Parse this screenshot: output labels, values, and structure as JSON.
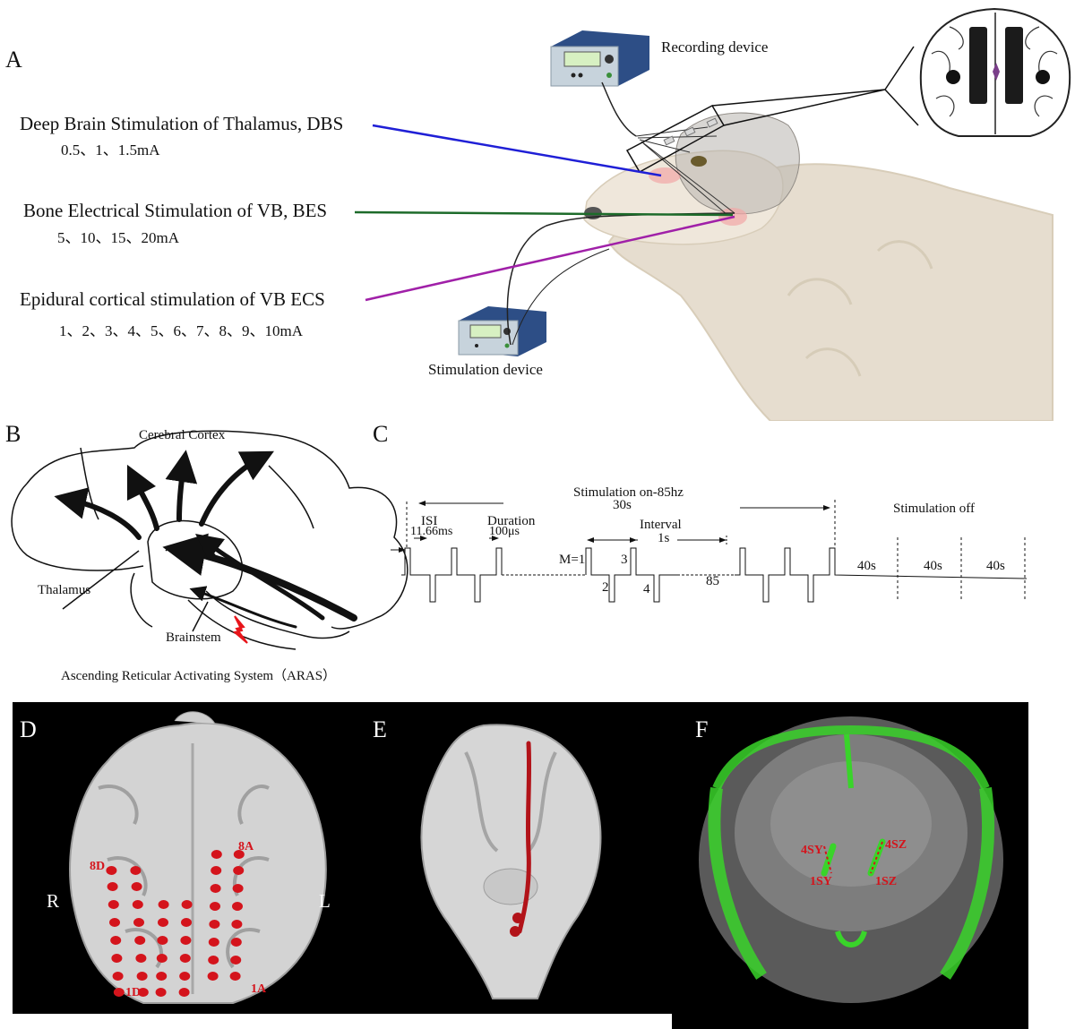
{
  "panelA": {
    "letter": "A",
    "dbs_title": "Deep Brain Stimulation of Thalamus, DBS",
    "dbs_values": "0.5、1、1.5mA",
    "bes_title": "Bone Electrical Stimulation of VB, BES",
    "bes_values": "5、10、15、20mA",
    "ecs_title": "Epidural cortical stimulation of VB ECS",
    "ecs_values": "1、2、3、4、5、6、7、8、9、10mA",
    "recording_label": "Recording device",
    "stimulation_label": "Stimulation device",
    "colors": {
      "dbs": "#1f1fd6",
      "bes": "#1d6b2a",
      "ecs": "#a020a8"
    }
  },
  "panelB": {
    "letter": "B",
    "cortex_label": "Cerebral Cortex",
    "thalamus_label": "Thalamus",
    "brainstem_label": "Brainstem",
    "caption": "Ascending Reticular Activating System（ARAS）",
    "bolt_color": "#e8151b"
  },
  "panelC": {
    "letter": "C",
    "stim_on": "Stimulation on-85hz",
    "stim_on_duration": "30s",
    "isi_label": "ISI",
    "isi_value": "11.66ms",
    "duration_label": "Duration",
    "duration_value": "100μs",
    "interval_label": "Interval",
    "interval_value": "1s",
    "stim_off": "Stimulation off",
    "m_label": "M=1",
    "pulse_2": "2",
    "pulse_3": "3",
    "pulse_4": "4",
    "pulse_85": "85",
    "off_1": "40s",
    "off_2": "40s",
    "off_3": "40s"
  },
  "panelD": {
    "letter": "D",
    "right": "R",
    "left": "L",
    "e8d": "8D",
    "e8a": "8A",
    "e1d": "1D",
    "e1a": "1A",
    "electrode_color": "#d4141c"
  },
  "panelE": {
    "letter": "E"
  },
  "panelF": {
    "letter": "F",
    "e4sy": "4SY",
    "e4sz": "4SZ",
    "e1sy": "1SY",
    "e1sz": "1SZ",
    "overlay_color": "#39d42a"
  }
}
